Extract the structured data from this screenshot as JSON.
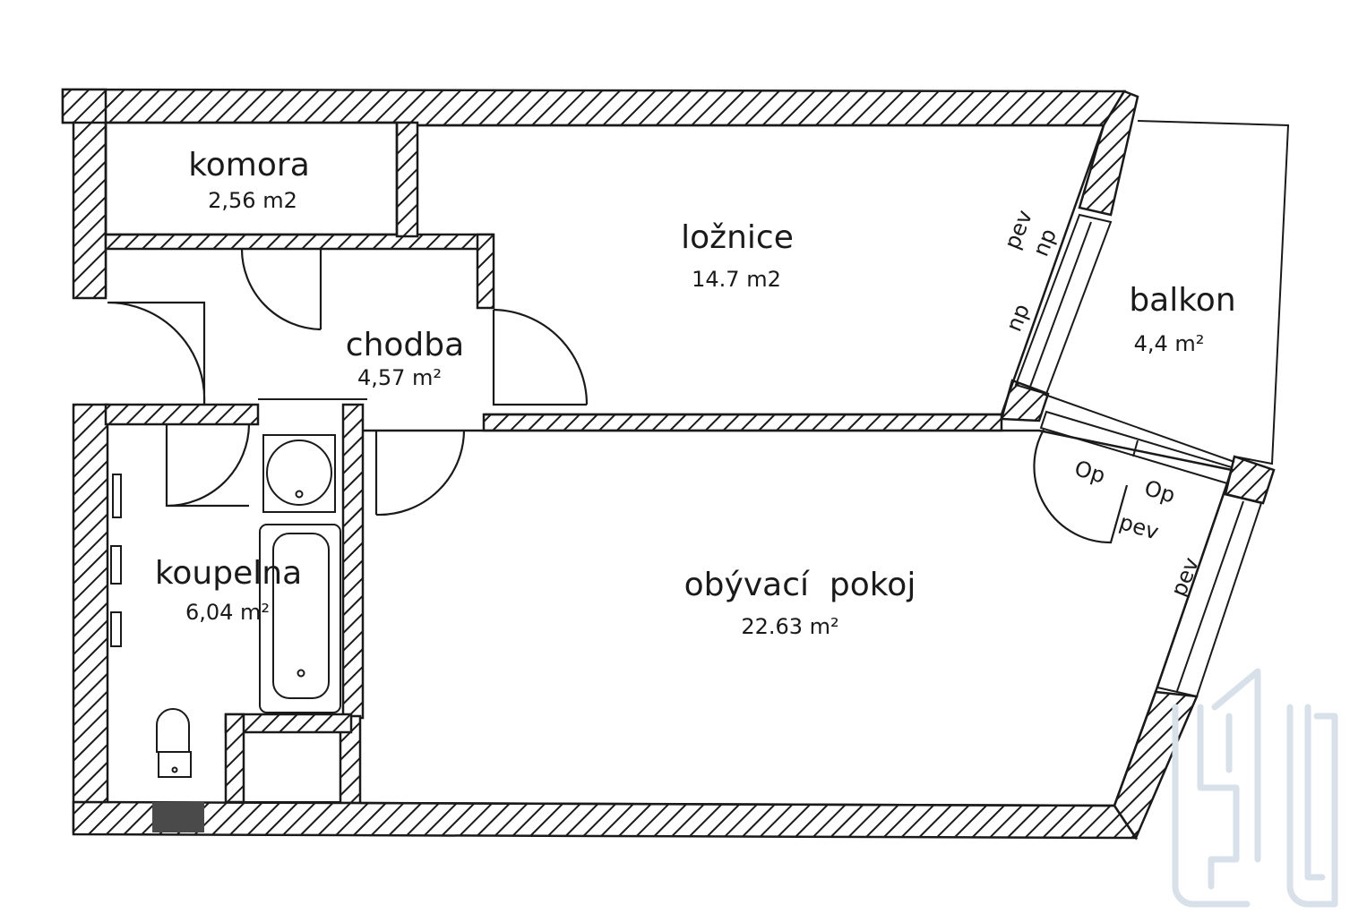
{
  "rooms": {
    "komora": {
      "name": "komora",
      "area": "2,56 m2"
    },
    "loznice": {
      "name": "ložnice",
      "area": "14.7 m2"
    },
    "chodba": {
      "name": "chodba",
      "area": "4,57 m²"
    },
    "balkon": {
      "name": "balkon",
      "area": "4,4 m²"
    },
    "koupelna": {
      "name": "koupelna",
      "area": "6,04 m²"
    },
    "obyvaci": {
      "name": "obývací  pokoj",
      "area": "22.63 m²"
    }
  },
  "window_marks": {
    "pev1": "pev",
    "np1": "np",
    "np2": "np",
    "op1": "Op",
    "op2": "Op",
    "pev2": "pev",
    "pev3": "pev"
  },
  "colors": {
    "wall": "#1a1a1a",
    "logo": "#d8e0ea",
    "meter": "#4a4a4a"
  },
  "logo": {
    "icon": "realty-logo-icon"
  }
}
